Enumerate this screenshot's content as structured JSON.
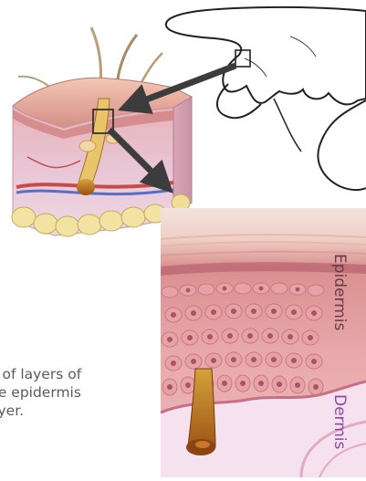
{
  "caption": {
    "lines": [
      "e of layers of",
      "he epidermis",
      "ayer."
    ]
  },
  "labels": {
    "epidermis": "Epidermis",
    "dermis": "Dermis"
  },
  "colors": {
    "epidermis_label": "#6a3b46",
    "dermis_label": "#8a4aa0",
    "arrow": "#3c3c3c",
    "skin_surface": "#d79a8e",
    "cell_pink": "#e8a2a7",
    "nucleus": "#a9555f",
    "dermis_fill": "#f6e1ee",
    "hand_outline": "#222222"
  },
  "icons": [
    "hand-illustration",
    "skin-block-illustration",
    "zoom-arrow-icon"
  ]
}
